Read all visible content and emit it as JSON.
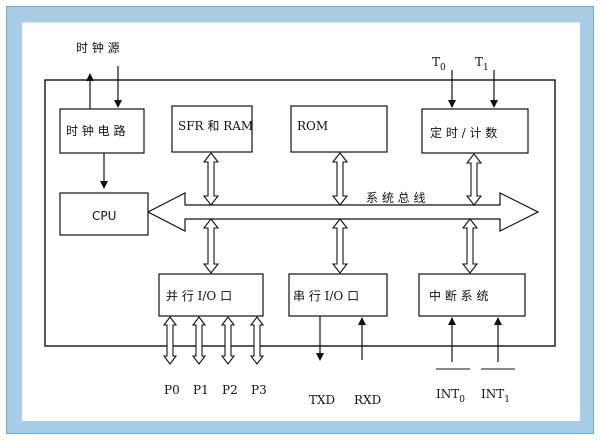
{
  "blocks": {
    "clock_source": "时 钟 源",
    "clock_circuit": "时 钟 电 路",
    "sfr_ram": "SFR 和 RAM",
    "rom": "ROM",
    "timer_counter": "定 时 / 计 数",
    "cpu": "CPU",
    "system_bus": "系 统 总 线",
    "parallel_io": "并 行 I/O 口",
    "serial_io": "串 行 I/O 口",
    "interrupt": "中 断 系 统"
  },
  "signals": {
    "t0_base": "T",
    "t0_sub": "0",
    "t1_base": "T",
    "t1_sub": "1",
    "p0": "P0",
    "p1": "P1",
    "p2": "P2",
    "p3": "P3",
    "txd": "TXD",
    "rxd": "RXD",
    "int0_base": "INT",
    "int0_sub": "0",
    "int1_base": "INT",
    "int1_sub": "1"
  }
}
